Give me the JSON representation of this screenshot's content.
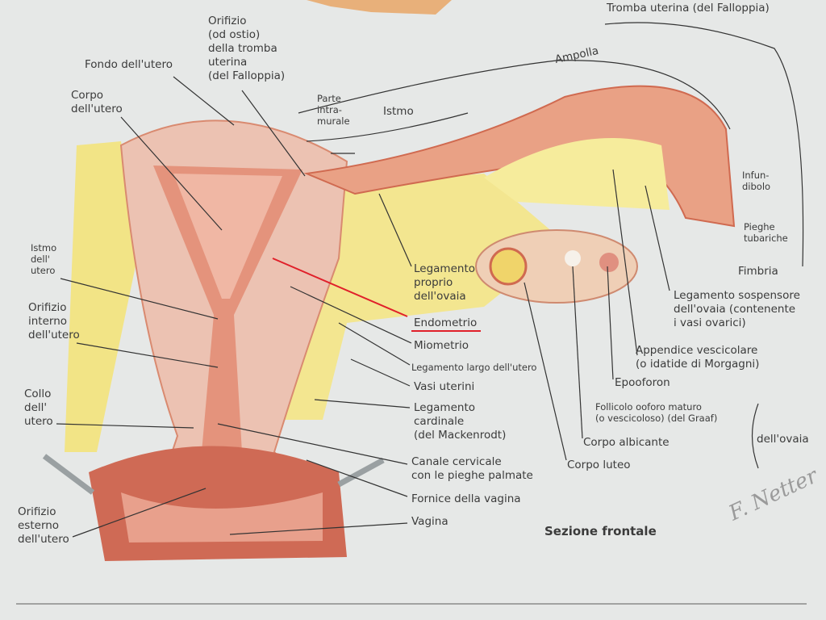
{
  "title": "Sezione frontale",
  "signature": "F. Netter",
  "colors": {
    "annotation": "#e0202a",
    "uterus": "#e8b3a3",
    "muscle": "#d8735a",
    "fat": "#f3e58a",
    "paper": "#e6e8e7"
  },
  "labels": {
    "tromba": "Tromba uterina (del Falloppia)",
    "orifizio_tromba": "Orifizio\n(od ostio)\ndella tromba\nuterina\n(del Falloppia)",
    "fondo": "Fondo dell'utero",
    "corpo": "Corpo\ndell'utero",
    "ampolla": "Ampolla",
    "intramurale": "Parte\nintra-\nmurale",
    "istmo": "Istmo",
    "infundibolo": "Infun-\ndibolo",
    "pieghe": "Pieghe\ntubariche",
    "fimbria": "Fimbria",
    "istmo_utero": "Istmo\ndell'\nutero",
    "orifizio_interno": "Orifizio\ninterno\ndell'utero",
    "collo": "Collo\ndell'\nutero",
    "orifizio_esterno": "Orifizio\nesterno\ndell'utero",
    "leg_proprio": "Legamento\nproprio\ndell'ovaia",
    "endometrio": "Endometrio",
    "miometrio": "Miometrio",
    "leg_largo": "Legamento largo dell'utero",
    "vasi": "Vasi uterini",
    "leg_cardinale": "Legamento\ncardinale\n(del Mackenrodt)",
    "canale": "Canale cervicale\ncon le pieghe palmate",
    "fornice": "Fornice della vagina",
    "vagina": "Vagina",
    "leg_sospensore": "Legamento sospensore\ndell'ovaia (contenente\ni vasi ovarici)",
    "appendice": "Appendice vescicolare\n(o idatide di Morgagni)",
    "epooforon": "Epooforon",
    "follicolo": "Follicolo ooforo maturo\n(o vescicoloso) (del Graaf)",
    "albicante": "Corpo albicante",
    "luteo": "Corpo luteo",
    "ovaia": "dell'ovaia"
  }
}
